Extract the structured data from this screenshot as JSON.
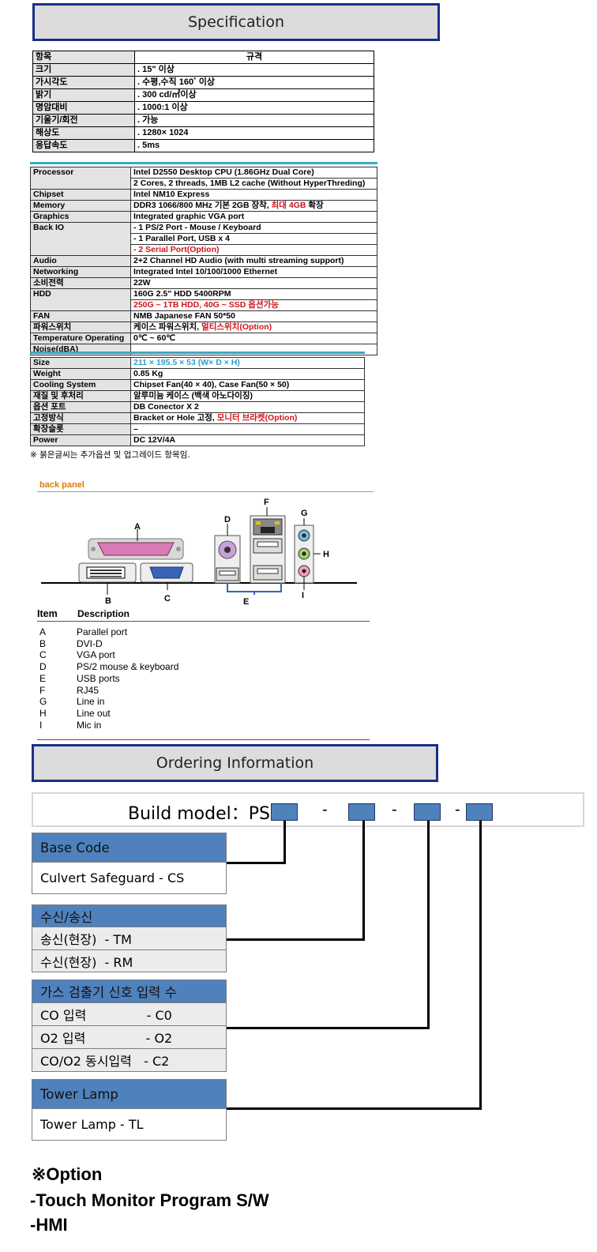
{
  "spec_title": "Specification",
  "display_table": {
    "header": [
      "항목",
      "규격"
    ],
    "rows": [
      [
        "크기",
        ". 15\" 이상"
      ],
      [
        "가시각도",
        ". 수평,수직 160˚ 이상"
      ],
      [
        "밝기",
        ". 300 cd/㎡이상"
      ],
      [
        "명암대비",
        ". 1000:1 이상"
      ],
      [
        "기울기/회전",
        ". 가능"
      ],
      [
        "해상도",
        ". 1280× 1024"
      ],
      [
        "응답속도",
        ". 5ms"
      ]
    ]
  },
  "system_table": {
    "processor": {
      "k": "Processor",
      "v1": "Intel D2550 Desktop CPU (1.86GHz Dual Core)",
      "v2": "2 Cores, 2 threads, 1MB L2 cache (Without HyperThreding)"
    },
    "chipset": {
      "k": "Chipset",
      "v": "Intel NM10 Express"
    },
    "memory": {
      "k": "Memory",
      "v": "DDR3 1066/800 MHz 기본 2GB 장착, ",
      "v_red": "최대 4GB",
      "v_tail": " 확장"
    },
    "graphics": {
      "k": "Graphics",
      "v": "Integrated graphic VGA port"
    },
    "backio": {
      "k": "Back IO",
      "v1": "- 1 PS/2 Port - Mouse / Keyboard",
      "v2": "- 1 Parallel Port, USB x 4",
      "v3": "- 2 Serial Port(Option)"
    },
    "audio": {
      "k": "Audio",
      "v": "2+2 Channel HD Audio (with multi streaming support)"
    },
    "networking": {
      "k": "Networking",
      "v": "Integrated Intel 10/100/1000 Ethernet"
    },
    "power_cons": {
      "k": "소비전력",
      "v": "22W"
    },
    "hdd": {
      "k": "HDD",
      "v1": "160G 2.5\" HDD 5400RPM",
      "v2": "250G ~ 1TB HDD, 40G ~ SSD 옵션가능"
    },
    "fan": {
      "k": "FAN",
      "v": "NMB Japanese FAN 50*50"
    },
    "powersw": {
      "k": "파워스위치",
      "v": "케이스 파워스위치, ",
      "v_red": "멀티스위치(Option)"
    },
    "temp": {
      "k": "Temperature Operating",
      "v": "0℃ ~ 60℃"
    },
    "noise": {
      "k": "Noise(dBA)",
      "v": ""
    }
  },
  "mech_table": {
    "size": {
      "k": "Size",
      "v": "211 × 195.5 × 53 (W× D × H)"
    },
    "weight": {
      "k": "Weight",
      "v": "0.85 Kg"
    },
    "cooling": {
      "k": "Cooling System",
      "v": "Chipset Fan(40 × 40), Case Fan(50 × 50)"
    },
    "material": {
      "k": "재질 및 후처리",
      "v": "알루미늄 케이스 (백색 아노다이징)"
    },
    "option_port": {
      "k": "옵션 포트",
      "v": "DB Conector X 2"
    },
    "mount": {
      "k": "고정방식",
      "v": "Bracket or Hole 고정, ",
      "v_red": "모니터 브라켓(Option)"
    },
    "slot": {
      "k": "확장슬롯",
      "v": "–"
    },
    "power": {
      "k": "Power",
      "v": "DC 12V/4A"
    }
  },
  "footnote": "※ 붉은글씨는 추가옵션 및 업그레이드 항목임.",
  "back_panel": {
    "title": "back panel",
    "letters": {
      "a": "A",
      "b": "B",
      "c": "C",
      "d": "D",
      "e": "E",
      "f": "F",
      "g": "G",
      "h": "H",
      "i": "I"
    },
    "col_item": "Item",
    "col_desc": "Description",
    "items": [
      {
        "item": "A",
        "desc": "Parallel port"
      },
      {
        "item": "B",
        "desc": "DVI-D"
      },
      {
        "item": "C",
        "desc": "VGA port"
      },
      {
        "item": "D",
        "desc": "PS/2 mouse & keyboard"
      },
      {
        "item": "E",
        "desc": "USB ports"
      },
      {
        "item": "F",
        "desc": "RJ45"
      },
      {
        "item": "G",
        "desc": "Line in"
      },
      {
        "item": "H",
        "desc": "Line out"
      },
      {
        "item": "I",
        "desc": "Mic in"
      }
    ]
  },
  "ordering_title": "Ordering Information",
  "build_model": {
    "label": "Build model：PS",
    "dash1": "-",
    "dash2": "-",
    "dash3": "-"
  },
  "groups": {
    "base": {
      "header": "Base Code",
      "rows": [
        "Culvert Safeguard - CS"
      ]
    },
    "txrx": {
      "header": "수신/송신",
      "rows": [
        "송신(현장)  - TM",
        "수신(현장)  - RM"
      ]
    },
    "gas": {
      "header": "가스 검출기 신호 입력 수",
      "rows": [
        "CO 입력               - C0",
        "O2 입력               - O2",
        "CO/O2 동시입력   - C2"
      ]
    },
    "lamp": {
      "header": "Tower Lamp",
      "rows": [
        "Tower Lamp - TL"
      ]
    }
  },
  "options": {
    "title": "※Option",
    "line1": "-Touch Monitor Program S/W",
    "line2": "-HMI"
  },
  "colors": {
    "accent_blue": "#4f81bd",
    "frame_navy": "#1a2f86",
    "red_text": "#d0141b",
    "cyan": "#3aa9c8"
  }
}
